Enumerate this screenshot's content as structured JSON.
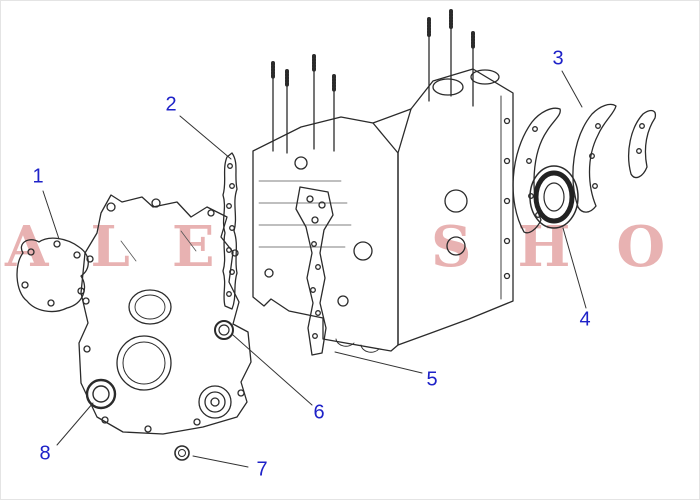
{
  "diagram": {
    "description": "Exploded parts diagram of engine cylinder block, timing cover, gaskets and seals",
    "watermark": {
      "left": "ALE",
      "right": "SHOP"
    },
    "colors": {
      "watermark": "rgba(198,62,62,0.40)",
      "callout": "#1e22c8",
      "line_art": "#2b2b2b"
    },
    "callouts": [
      {
        "label": "1"
      },
      {
        "label": "2"
      },
      {
        "label": "3"
      },
      {
        "label": "4"
      },
      {
        "label": "5"
      },
      {
        "label": "6"
      },
      {
        "label": "7"
      },
      {
        "label": "8"
      }
    ]
  }
}
